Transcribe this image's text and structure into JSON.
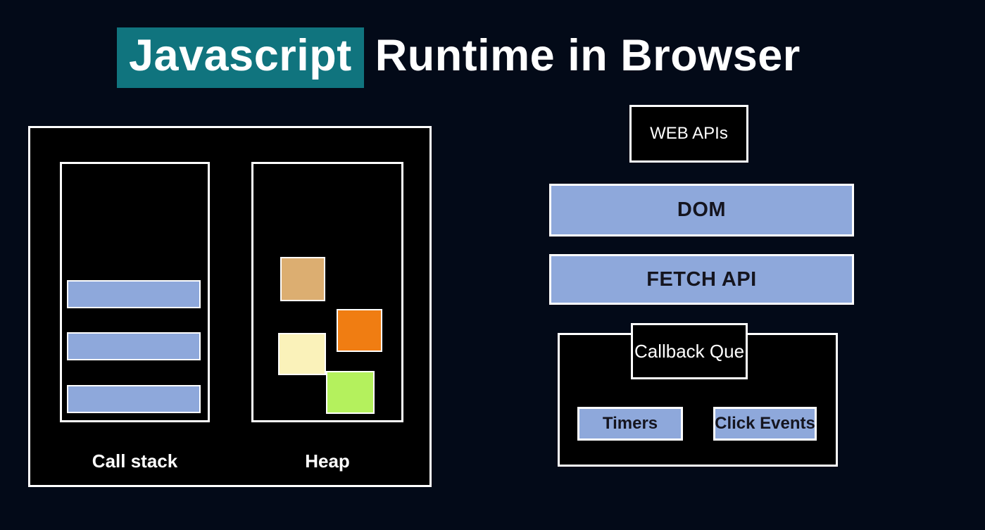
{
  "title": {
    "highlight": "Javascript",
    "rest": "Runtime in Browser"
  },
  "colors": {
    "background": "#030a18",
    "highlight_teal": "#10747e",
    "panel_black": "#000000",
    "border_white": "#ffffff",
    "accent_blue": "#8ea8db",
    "dark_text": "#15151f"
  },
  "runtime": {
    "call_stack": {
      "label": "Call stack",
      "frames": [
        {
          "name": "stack-frame-1",
          "color": "#8ea8db"
        },
        {
          "name": "stack-frame-2",
          "color": "#8ea8db"
        },
        {
          "name": "stack-frame-3",
          "color": "#8ea8db"
        }
      ]
    },
    "heap": {
      "label": "Heap",
      "objects": [
        {
          "name": "heap-object-1",
          "color": "#dcae71"
        },
        {
          "name": "heap-object-2",
          "color": "#f07d12"
        },
        {
          "name": "heap-object-3",
          "color": "#faf2ba"
        },
        {
          "name": "heap-object-4",
          "color": "#b4f15d"
        }
      ]
    }
  },
  "browser": {
    "web_apis_label": "WEB APIs",
    "apis": [
      {
        "label": "DOM"
      },
      {
        "label": "FETCH API"
      }
    ],
    "callback_queue": {
      "label": "Callback Que",
      "items": [
        {
          "label": "Timers"
        },
        {
          "label": "Click Events"
        }
      ]
    }
  }
}
